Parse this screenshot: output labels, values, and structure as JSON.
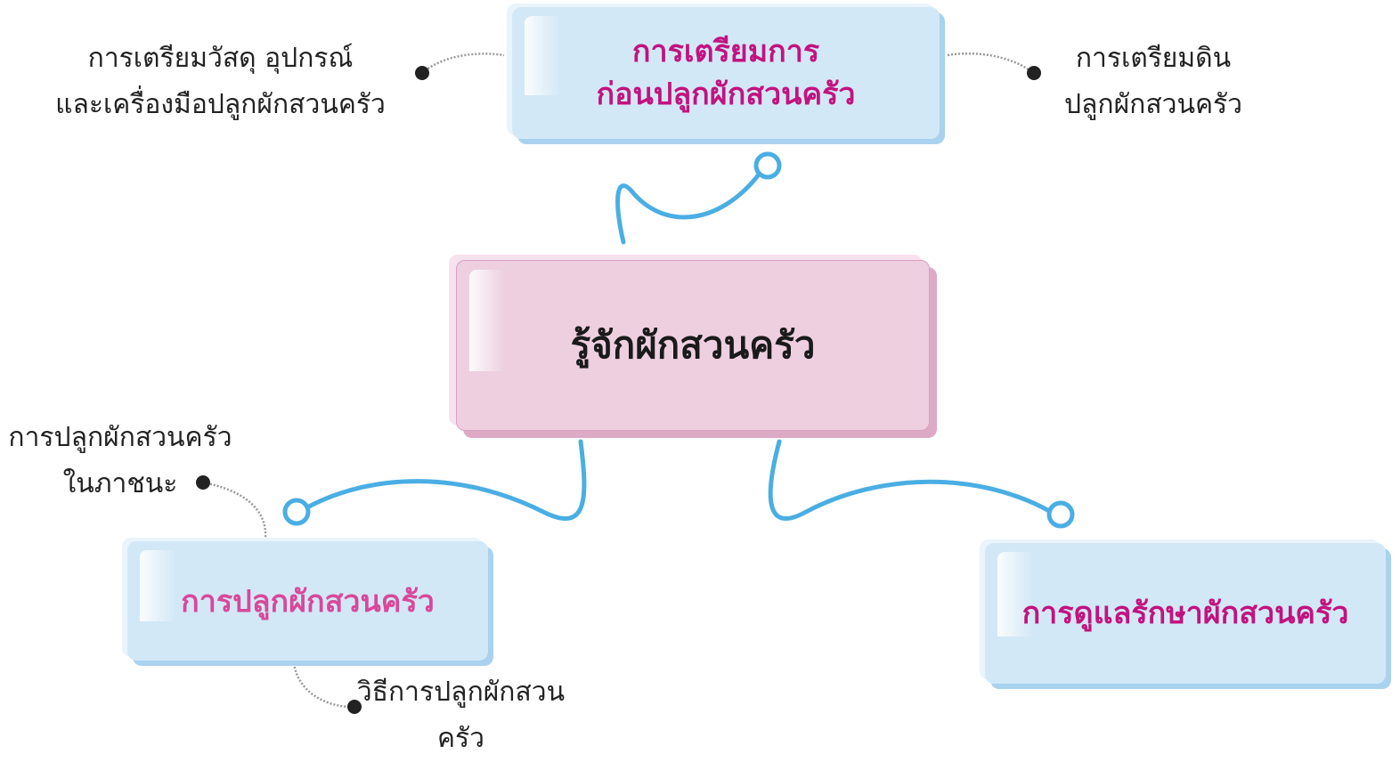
{
  "center": {
    "title": "รู้จักผักสวนครัว"
  },
  "top_box": {
    "line1": "การเตรียมการ",
    "line2": "ก่อนปลูกผักสวนครัว"
  },
  "top_left_note": {
    "line1": "การเตรียมวัสดุ อุปกรณ์",
    "line2": "และเครื่องมือปลูกผักสวนครัว"
  },
  "top_right_note": {
    "line1": "การเตรียมดิน",
    "line2": "ปลูกผักสวนครัว"
  },
  "left_box": {
    "title": "การปลูกผักสวนครัว"
  },
  "left_top_note": {
    "line1": "การปลูกผักสวนครัว",
    "line2": "ในภาชนะ"
  },
  "left_bottom_note": {
    "line1": "วิธีการปลูกผักสวน",
    "line2": "ครัว"
  },
  "right_box": {
    "title": "การดูแลรักษาผักสวนครัว"
  },
  "colors": {
    "connector": "#4aaee3",
    "blue_box": "#d3e8f7",
    "pink_box": "#edcfe0",
    "magenta_text": "#c2137f"
  }
}
